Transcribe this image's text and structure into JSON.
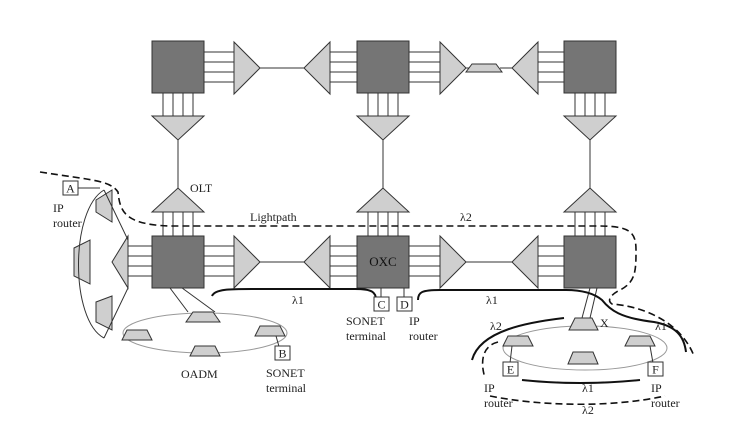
{
  "colors": {
    "node": "#757575",
    "amp": "#cfcfcf",
    "stroke": "#333333",
    "ring": "#bdbdbd",
    "background": "#ffffff"
  },
  "labels": {
    "olt": "OLT",
    "lightpath": "Lightpath",
    "lambda2_top": "λ2",
    "lambda1_mid": "λ1",
    "lambda1_right": "λ1",
    "lambda1_right_outer": "λ1",
    "lambda2_right": "λ2",
    "lambda1_bottom": "λ1",
    "lambda2_bottom": "λ2",
    "oxc": "OXC",
    "oadm": "OADM",
    "x_mark": "X"
  },
  "terminals": [
    {
      "letter": "A",
      "line1": "IP",
      "line2": "router"
    },
    {
      "letter": "B",
      "line1": "SONET",
      "line2": "terminal"
    },
    {
      "letter": "C",
      "line1": "SONET",
      "line2": "terminal"
    },
    {
      "letter": "D",
      "line1": "IP",
      "line2": "router"
    },
    {
      "letter": "E",
      "line1": "IP",
      "line2": "router"
    },
    {
      "letter": "F",
      "line1": "IP",
      "line2": "router"
    }
  ]
}
